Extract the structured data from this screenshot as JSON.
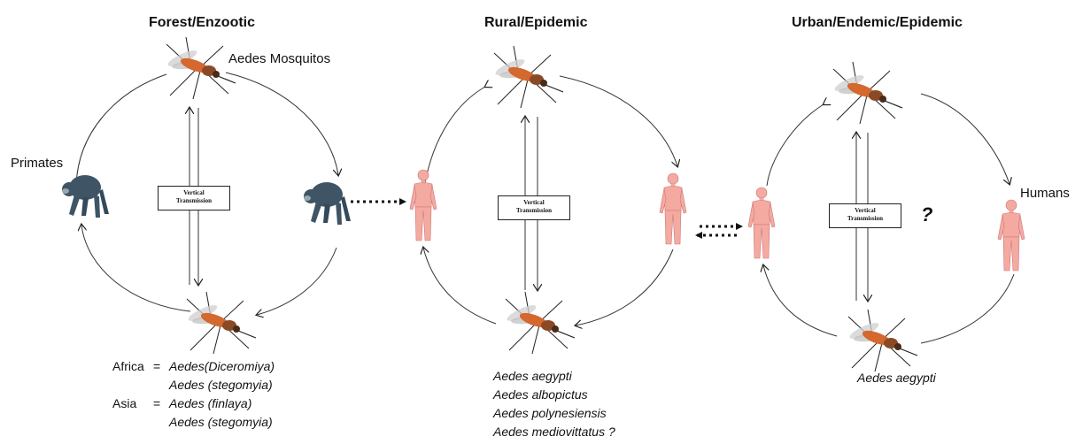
{
  "panels": [
    {
      "title": "Forest/Enzootic",
      "labels": {
        "mosquito": "Aedes Mosquitos",
        "host": "Primates"
      },
      "box": {
        "line1": "Vertical",
        "line2": "Transmission"
      },
      "species": [
        {
          "region": "Africa",
          "eq": "=",
          "parts": [
            "Aedes",
            "(Diceromiya)"
          ]
        },
        {
          "region": "",
          "eq": "",
          "parts": [
            "Aedes (stegomyia)"
          ]
        },
        {
          "region": "Asia",
          "eq": "=",
          "parts": [
            "Aedes (finlaya)"
          ]
        },
        {
          "region": "",
          "eq": "",
          "parts": [
            "Aedes (stegomyia)"
          ]
        }
      ]
    },
    {
      "title": "Rural/Epidemic",
      "box": {
        "line1": "Vertical",
        "line2": "Transmission"
      },
      "species": [
        "Aedes aegypti",
        "Aedes albopictus",
        "Aedes polynesiensis",
        "Aedes mediovittatus ?"
      ]
    },
    {
      "title": "Urban/Endemic/Epidemic",
      "labels": {
        "host": "Humans"
      },
      "box": {
        "line1": "Vertical",
        "line2": "Transmission"
      },
      "question": "?",
      "species": [
        "Aedes aegypti"
      ]
    }
  ],
  "colors": {
    "human": "#f4aaa0",
    "primate": "#3f5566",
    "mosquito_body": "#8b4a26",
    "mosquito_abdomen": "#d4682e"
  }
}
